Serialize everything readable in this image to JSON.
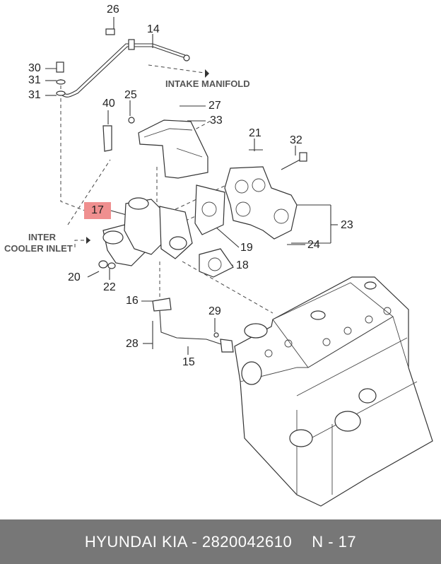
{
  "callouts": [
    {
      "key": "c26",
      "text": "26"
    },
    {
      "key": "c14",
      "text": "14"
    },
    {
      "key": "c30",
      "text": "30"
    },
    {
      "key": "c31a",
      "text": "31"
    },
    {
      "key": "c31b",
      "text": "31"
    },
    {
      "key": "c40",
      "text": "40"
    },
    {
      "key": "c25",
      "text": "25"
    },
    {
      "key": "c27",
      "text": "27"
    },
    {
      "key": "c33",
      "text": "33"
    },
    {
      "key": "c21",
      "text": "21"
    },
    {
      "key": "c32",
      "text": "32"
    },
    {
      "key": "c23",
      "text": "23"
    },
    {
      "key": "c24",
      "text": "24"
    },
    {
      "key": "c19",
      "text": "19"
    },
    {
      "key": "c18",
      "text": "18"
    },
    {
      "key": "c20",
      "text": "20"
    },
    {
      "key": "c22",
      "text": "22"
    },
    {
      "key": "c16",
      "text": "16"
    },
    {
      "key": "c29",
      "text": "29"
    },
    {
      "key": "c28",
      "text": "28"
    },
    {
      "key": "c15",
      "text": "15"
    }
  ],
  "highlighted_part": "17",
  "notes": {
    "intake_manifold": "INTAKE MANIFOLD",
    "inter_cooler_line1": "INTER",
    "inter_cooler_line2": "COOLER INLET"
  },
  "footer": {
    "brand": "HYUNDAI  KIA",
    "separator": "-",
    "part_number": "2820042610",
    "position_label": "N - 17"
  }
}
